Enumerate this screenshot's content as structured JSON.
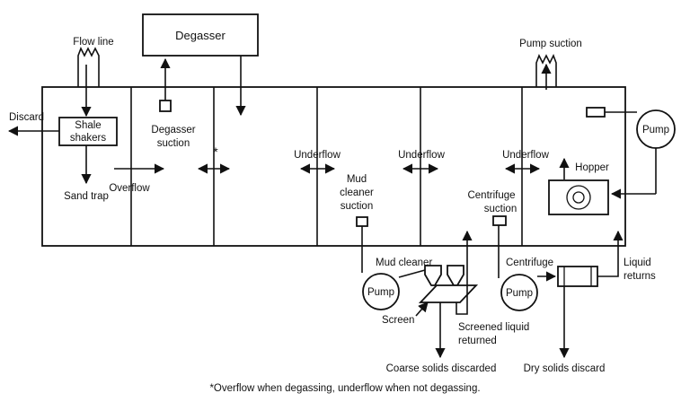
{
  "labels": {
    "flow_line": "Flow line",
    "degasser": "Degasser",
    "pump_suction": "Pump suction",
    "discard": "Discard",
    "shale_shakers_1": "Shale",
    "shale_shakers_2": "shakers",
    "degasser_suction_1": "Degasser",
    "degasser_suction_2": "suction",
    "asterisk": "*",
    "sand_trap": "Sand trap",
    "overflow": "Overflow",
    "underflow_1": "Underflow",
    "underflow_2": "Underflow",
    "underflow_3": "Underflow",
    "mud_cleaner_suction_1": "Mud",
    "mud_cleaner_suction_2": "cleaner",
    "mud_cleaner_suction_3": "suction",
    "centrifuge_suction_1": "Centrifuge",
    "centrifuge_suction_2": "suction",
    "pump_top": "Pump",
    "hopper": "Hopper",
    "mud_cleaner": "Mud cleaner",
    "centrifuge": "Centrifuge",
    "liquid_returns_1": "Liquid",
    "liquid_returns_2": "returns",
    "pump_mud_cleaner": "Pump",
    "pump_centrifuge": "Pump",
    "screen": "Screen",
    "screened_liquid_1": "Screened liquid",
    "screened_liquid_2": "returned",
    "coarse_solids": "Coarse solids discarded",
    "dry_solids": "Dry solids discard"
  },
  "footnote": "*Overflow when degassing, underflow when not degassing."
}
